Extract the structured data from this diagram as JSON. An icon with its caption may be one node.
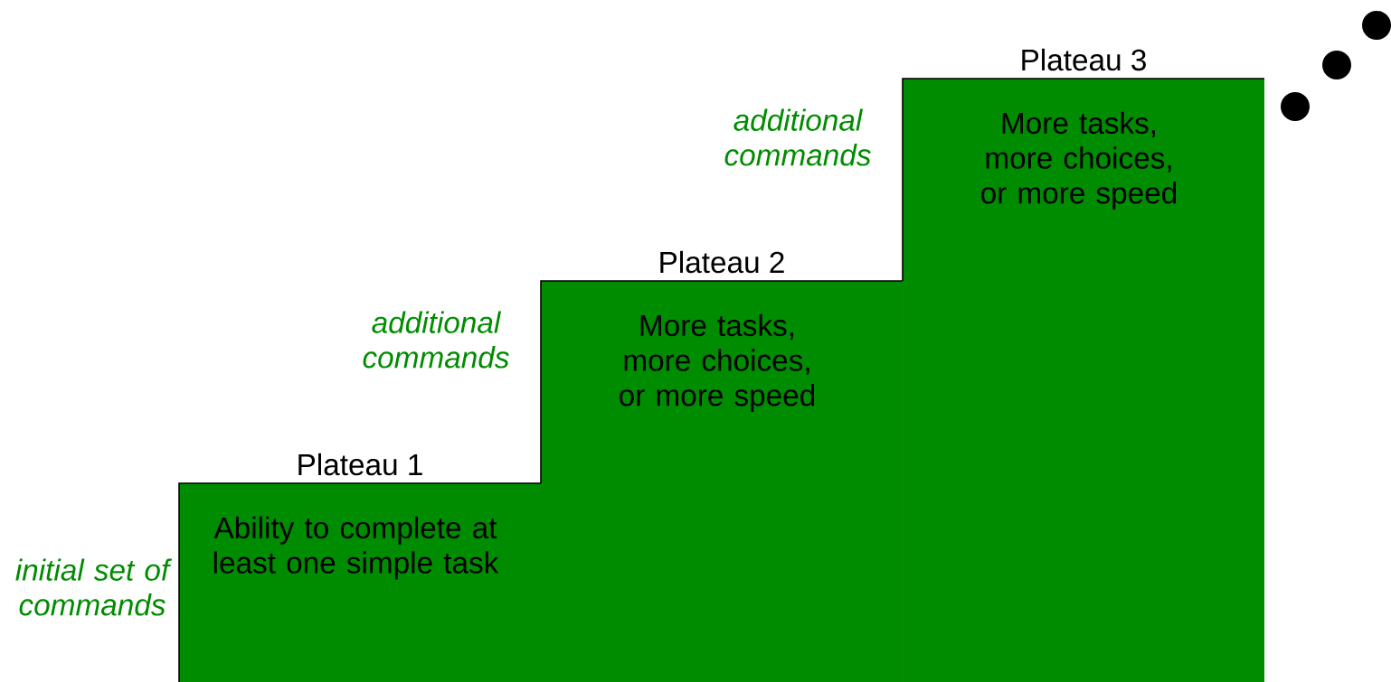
{
  "diagram": {
    "nodes": [
      {
        "text": [
          "Plateau 1",
          "Ability to complete at least one simple task"
        ]
      },
      {
        "text": [
          "Plateau 2",
          "More tasks, more choices, or more speed"
        ]
      },
      {
        "text": [
          "Plateau 3",
          "More tasks, more choices, or more speed"
        ]
      }
    ],
    "labels": [
      "additional commands",
      "additional commands",
      "initial set of commands"
    ]
  }
}
